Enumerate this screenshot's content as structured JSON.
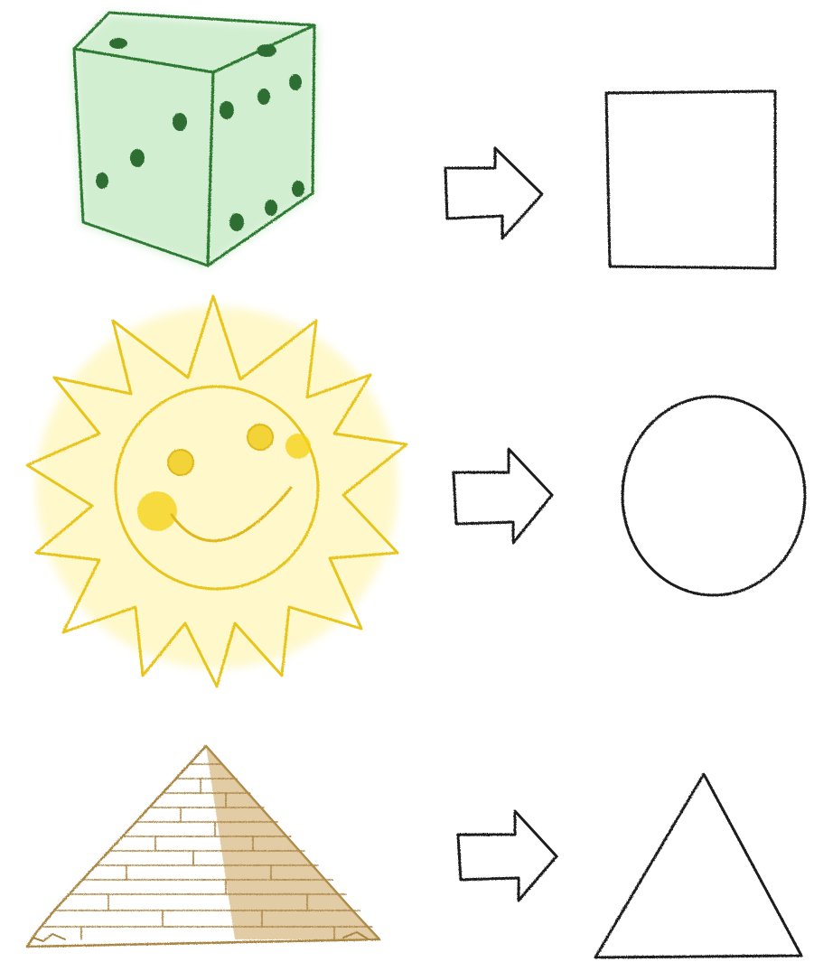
{
  "rows": [
    {
      "object": "dice",
      "object_icon": "green-dice-icon",
      "shape": "square",
      "shape_icon": "square-outline-icon"
    },
    {
      "object": "sun",
      "object_icon": "smiling-sun-icon",
      "shape": "circle",
      "shape_icon": "circle-outline-icon"
    },
    {
      "object": "pyramid",
      "object_icon": "brick-pyramid-icon",
      "shape": "triangle",
      "shape_icon": "triangle-outline-icon"
    }
  ],
  "arrow_icon": "right-arrow-icon",
  "colors": {
    "dice_fill": "#5cb85a",
    "dice_dark": "#2f7a33",
    "sun_fill": "#fbee8c",
    "sun_stroke": "#e8c51c",
    "sun_cheek": "#f5d316",
    "pyramid_fill": "#d9b571",
    "pyramid_stroke": "#a98542",
    "outline": "#1a1a1a",
    "background": "#ffffff"
  }
}
